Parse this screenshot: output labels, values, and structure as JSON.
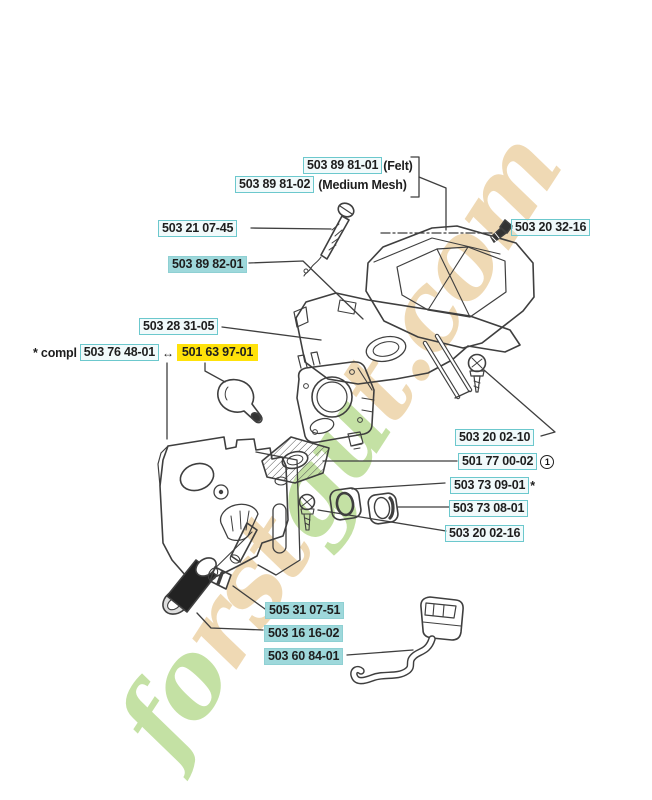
{
  "watermark": {
    "letters": [
      "f",
      "o",
      "r",
      "s",
      "t",
      "g",
      "u",
      "t"
    ],
    "tld": ".com",
    "color_green": "#b6da8e",
    "color_tan": "#ecd0a2"
  },
  "palette": {
    "line": "#3f3f3f",
    "box_outline": "#6cc8cd",
    "box_fill": "#9ed8db",
    "highlight_yellow": "#ffe20a",
    "text": "#1e1e1e"
  },
  "labels": {
    "felt": {
      "number": "503 89 81-01",
      "suffix": "(Felt)"
    },
    "mesh": {
      "number": "503 89 81-02",
      "suffix": "(Medium Mesh)"
    },
    "screw_long": {
      "number": "503 21 07-45"
    },
    "filter_holder": {
      "number": "503 89 82-01"
    },
    "screw_cover": {
      "number": "503 20 32-16"
    },
    "plate": {
      "number": "503 28 31-05"
    },
    "compl": {
      "prefix": "* compl",
      "number": "503 76 48-01",
      "arrow": "↔"
    },
    "cover_assy": {
      "number": "501 63 97-01"
    },
    "screw_manifold": {
      "number": "503 20 02-10"
    },
    "gasket": {
      "number": "501 77 00-02",
      "badge": "1"
    },
    "grommet_a": {
      "number": "503 73 09-01",
      "star": "*"
    },
    "grommet_b": {
      "number": "503 73 08-01"
    },
    "screw_mid": {
      "number": "503 20 02-16"
    },
    "bushing": {
      "number": "505 31 07-51"
    },
    "fuel_filter": {
      "number": "503 16 16-02"
    },
    "fuel_hose": {
      "number": "503 60 84-01"
    }
  }
}
